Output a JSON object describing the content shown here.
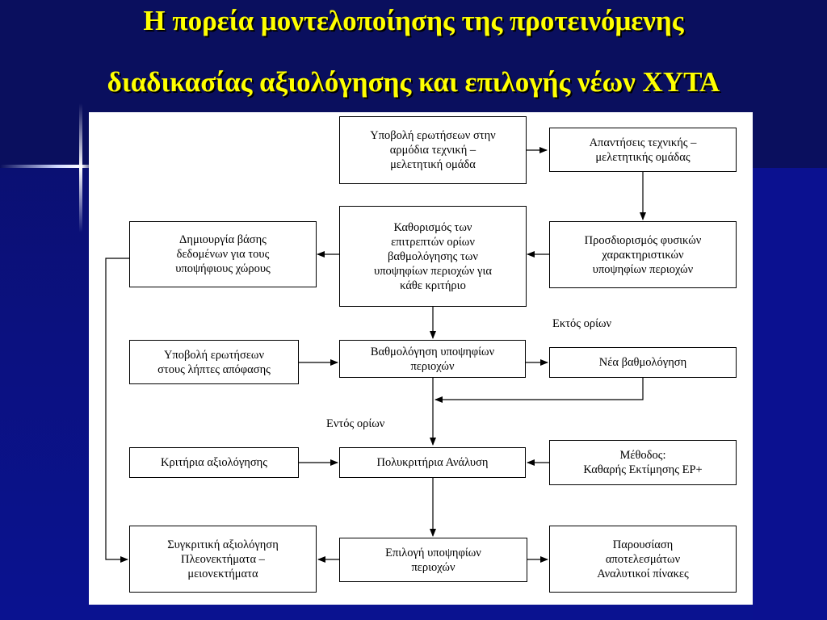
{
  "slide": {
    "title_line1": "Η πορεία μοντελοποίησης της προτεινόμενης",
    "title_line2": "διαδικασίας αξιολόγησης και επιλογής νέων ΧΥΤΑ"
  },
  "flowchart": {
    "boxes": {
      "submit_questions_team": "Υποβολή ερωτήσεων στην\nαρμόδια τεχνική –\nμελετητική ομάδα",
      "team_answers": "Απαντήσεις τεχνικής –\nμελετητικής ομάδας",
      "physical_characteristics": "Προσδιορισμός φυσικών\nχαρακτηριστικών\nυποψηφίων περιοχών",
      "scoring_limits": "Καθορισμός των\nεπιτρεπτών ορίων\nβαθμολόγησης των\nυποψηφίων περιοχών για\nκάθε κριτήριο",
      "database_creation": "Δημιουργία βάσης\nδεδομένων για τους\nυποψήφιους χώρους",
      "submit_questions_decision": "Υποβολή ερωτήσεων\nστους λήπτες απόφασης",
      "scoring_candidates": "Βαθμολόγηση υποψηφίων\nπεριοχών",
      "new_scoring": "Νέα βαθμολόγηση",
      "evaluation_criteria": "Κριτήρια αξιολόγησης",
      "multicriteria_analysis": "Πολυκριτήρια Ανάλυση",
      "method": "Μέθοδος:\nΚαθαρής Εκτίμησης ΕΡ+",
      "comparative_evaluation": "Συγκριτική αξιολόγηση\nΠλεονεκτήματα –\nμειονεκτήματα",
      "candidate_selection": "Επιλογή υποψηφίων\nπεριοχών",
      "results_presentation": "Παρουσίαση\nαποτελεσμάτων\nΑναλυτικοί πίνακες"
    },
    "labels": {
      "out_of_limits": "Εκτός ορίων",
      "within_limits": "Εντός ορίων"
    }
  }
}
